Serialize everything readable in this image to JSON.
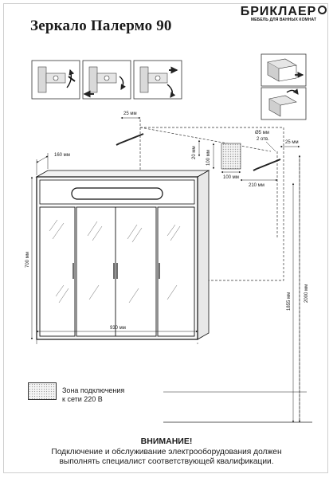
{
  "header": {
    "title": "Зеркало Палермо 90",
    "brand_name": "БРИКЛАЕР",
    "brand_tagline": "МЕБЕЛЬ ДЛЯ ВАННЫХ КОМНАТ"
  },
  "dimensions": {
    "top_gap": "25 мм",
    "depth": "160 мм",
    "socket_offset_top": "20 мм",
    "socket_height": "100 мм",
    "socket_width": "100 мм",
    "socket_to_hole": "210 мм",
    "hole_diameter": "Ø5 мм",
    "hole_count": "2 отв.",
    "right_gap": "25 мм",
    "height": "700 мм",
    "width": "930 мм",
    "mount_height": "1855 мм",
    "total_height": "2000 мм"
  },
  "legend": {
    "line1": "Зона подключения",
    "line2": "к сети 220 В"
  },
  "warning": {
    "title": "ВНИМАНИЕ!",
    "line1": "Подключение и обслуживание электрооборудования должен",
    "line2": "выполнять специалист соответствующей квалификации."
  }
}
